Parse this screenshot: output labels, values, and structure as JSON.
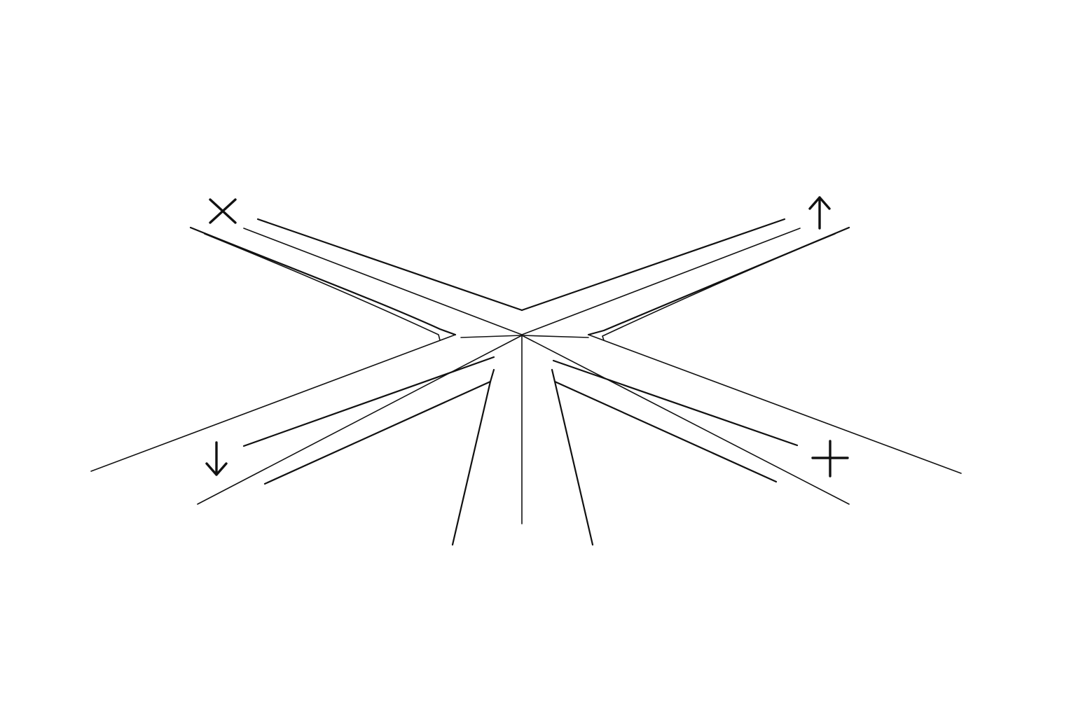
{
  "diagram": {
    "background": "#ffffff",
    "stroke_color": "#111111",
    "corner_icons": [
      {
        "position": "top-left",
        "icon": "times-icon"
      },
      {
        "position": "top-right",
        "icon": "arrow-up-icon"
      },
      {
        "position": "bottom-left",
        "icon": "arrow-down-icon"
      },
      {
        "position": "bottom-right",
        "icon": "plus-icon"
      }
    ]
  }
}
